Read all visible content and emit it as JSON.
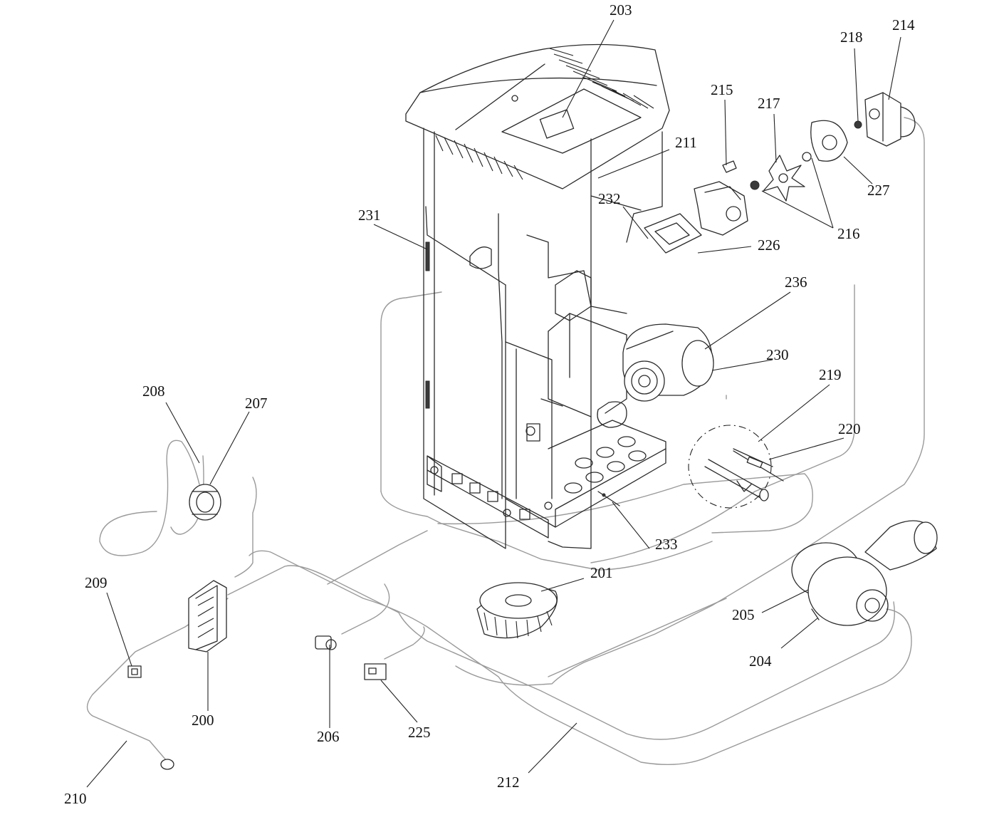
{
  "diagram": {
    "callouts": [
      {
        "id": "c203",
        "label": "203"
      },
      {
        "id": "c214",
        "label": "214"
      },
      {
        "id": "c218",
        "label": "218"
      },
      {
        "id": "c215",
        "label": "215"
      },
      {
        "id": "c217",
        "label": "217"
      },
      {
        "id": "c211",
        "label": "211"
      },
      {
        "id": "c227",
        "label": "227"
      },
      {
        "id": "c232",
        "label": "232"
      },
      {
        "id": "c231",
        "label": "231"
      },
      {
        "id": "c216",
        "label": "216"
      },
      {
        "id": "c226",
        "label": "226"
      },
      {
        "id": "c236",
        "label": "236"
      },
      {
        "id": "c230",
        "label": "230"
      },
      {
        "id": "c219",
        "label": "219"
      },
      {
        "id": "c208",
        "label": "208"
      },
      {
        "id": "c207",
        "label": "207"
      },
      {
        "id": "c220",
        "label": "220"
      },
      {
        "id": "c233",
        "label": "233"
      },
      {
        "id": "c209",
        "label": "209"
      },
      {
        "id": "c201",
        "label": "201"
      },
      {
        "id": "c205",
        "label": "205"
      },
      {
        "id": "c204",
        "label": "204"
      },
      {
        "id": "c200",
        "label": "200"
      },
      {
        "id": "c206",
        "label": "206"
      },
      {
        "id": "c225",
        "label": "225"
      },
      {
        "id": "c212",
        "label": "212"
      },
      {
        "id": "c210",
        "label": "210"
      }
    ]
  }
}
